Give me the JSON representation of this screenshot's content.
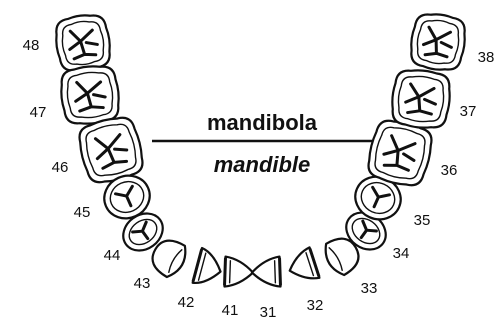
{
  "title": "mandibola",
  "subtitle": "mandible",
  "colors": {
    "ink": "#111111",
    "tooth_fill": "#ffffff",
    "background": "#ffffff"
  },
  "teeth": [
    {
      "number": "48",
      "kind": "molar"
    },
    {
      "number": "47",
      "kind": "molar"
    },
    {
      "number": "46",
      "kind": "molar"
    },
    {
      "number": "45",
      "kind": "premolar"
    },
    {
      "number": "44",
      "kind": "premolar"
    },
    {
      "number": "43",
      "kind": "canine"
    },
    {
      "number": "42",
      "kind": "incisor"
    },
    {
      "number": "41",
      "kind": "incisor"
    },
    {
      "number": "31",
      "kind": "incisor"
    },
    {
      "number": "32",
      "kind": "incisor"
    },
    {
      "number": "33",
      "kind": "canine"
    },
    {
      "number": "34",
      "kind": "premolar"
    },
    {
      "number": "35",
      "kind": "premolar"
    },
    {
      "number": "36",
      "kind": "molar"
    },
    {
      "number": "37",
      "kind": "molar"
    },
    {
      "number": "38",
      "kind": "molar"
    }
  ]
}
